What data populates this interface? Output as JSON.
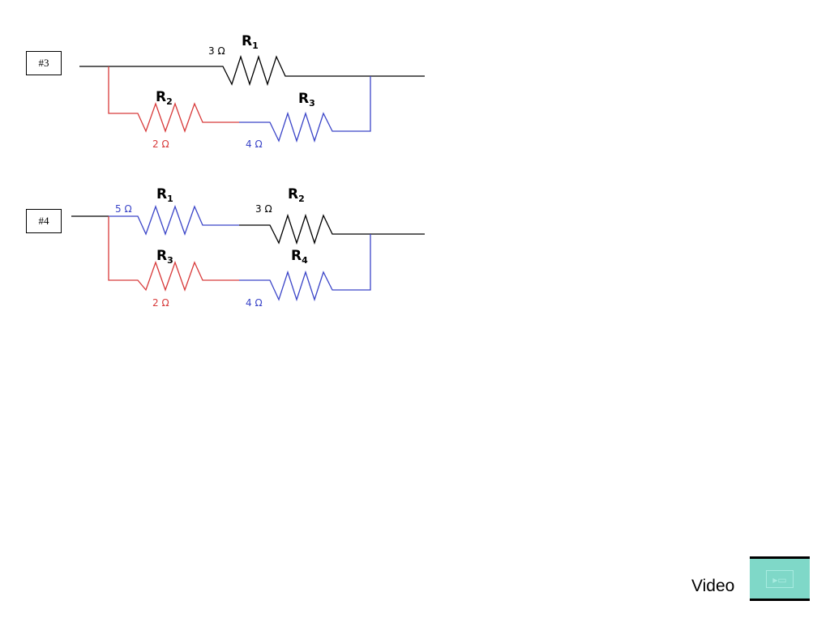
{
  "diagram": {
    "problems": [
      {
        "label": "#3",
        "resistors": [
          {
            "name": "R",
            "sub": "1",
            "value": "3 Ω"
          },
          {
            "name": "R",
            "sub": "2",
            "value": "2 Ω"
          },
          {
            "name": "R",
            "sub": "3",
            "value": "4 Ω"
          }
        ]
      },
      {
        "label": "#4",
        "resistors": [
          {
            "name": "R",
            "sub": "1",
            "value": "5 Ω"
          },
          {
            "name": "R",
            "sub": "2",
            "value": "3 Ω"
          },
          {
            "name": "R",
            "sub": "3",
            "value": "2 Ω"
          },
          {
            "name": "R",
            "sub": "4",
            "value": "4 Ω"
          }
        ]
      }
    ],
    "colors": {
      "wire": "#000000",
      "red": "#d83a3a",
      "blue": "#3b45c8"
    }
  },
  "video": {
    "label": "Video",
    "icon": "video-clip-icon"
  }
}
